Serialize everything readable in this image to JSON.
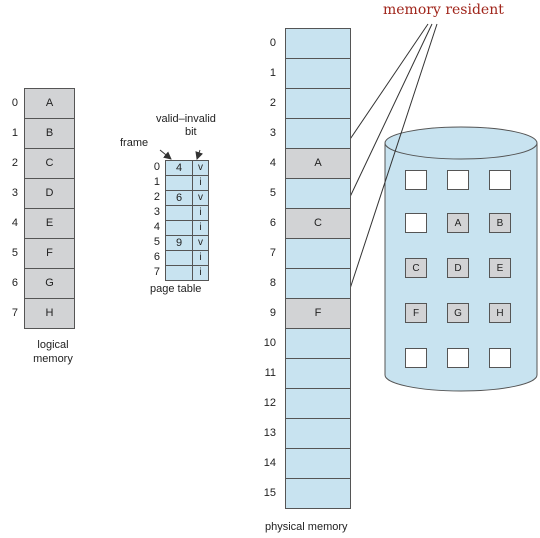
{
  "title": "memory resident",
  "logical_memory": {
    "label": "logical memory",
    "indices": [
      "0",
      "1",
      "2",
      "3",
      "4",
      "5",
      "6",
      "7"
    ],
    "pages": [
      "A",
      "B",
      "C",
      "D",
      "E",
      "F",
      "G",
      "H"
    ]
  },
  "page_table": {
    "label": "page table",
    "frame_header": "frame",
    "bit_header_1": "valid–invalid",
    "bit_header_2": "bit",
    "indices": [
      "0",
      "1",
      "2",
      "3",
      "4",
      "5",
      "6",
      "7"
    ],
    "frames": [
      "4",
      "",
      "6",
      "",
      "",
      "9",
      "",
      ""
    ],
    "bits": [
      "v",
      "i",
      "v",
      "i",
      "i",
      "v",
      "i",
      "i"
    ]
  },
  "physical_memory": {
    "label": "physical memory",
    "indices": [
      "0",
      "1",
      "2",
      "3",
      "4",
      "5",
      "6",
      "7",
      "8",
      "9",
      "10",
      "11",
      "12",
      "13",
      "14",
      "15"
    ],
    "frames": [
      "",
      "",
      "",
      "",
      "A",
      "",
      "C",
      "",
      "",
      "F",
      "",
      "",
      "",
      "",
      "",
      ""
    ]
  },
  "disk": {
    "rows": [
      [
        "",
        "",
        ""
      ],
      [
        "",
        "A",
        "B"
      ],
      [
        "C",
        "D",
        "E"
      ],
      [
        "F",
        "G",
        "H"
      ],
      [
        "",
        "",
        ""
      ]
    ]
  },
  "colors": {
    "title": "#a0251b",
    "frame_fill": "#c8e3f0",
    "page_fill": "#d2d3d5"
  }
}
